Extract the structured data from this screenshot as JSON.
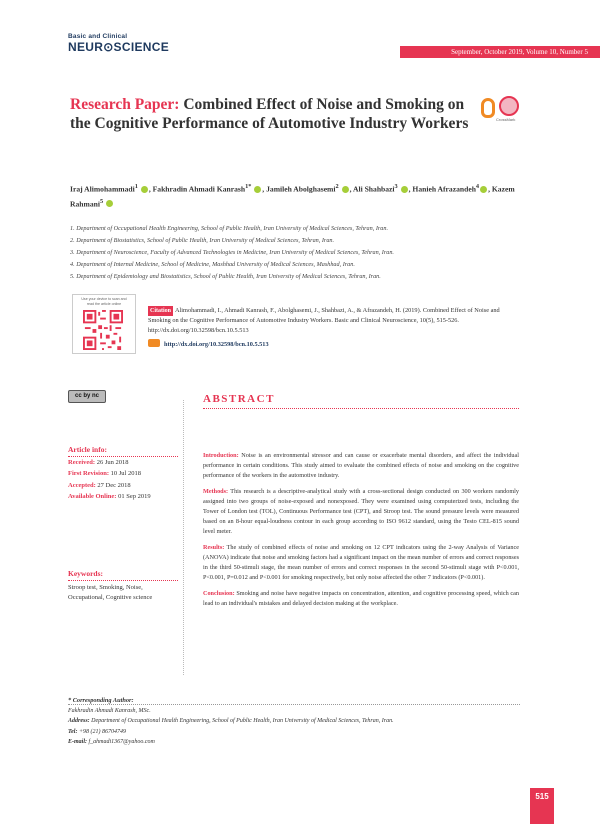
{
  "header": {
    "brand_top": "Basic and Clinical",
    "brand_main": "NEUR⊙SCIENCE",
    "issue": "September, October 2019, Volume 10, Number 5"
  },
  "badges": {
    "crossmark_text": "CrossMark"
  },
  "title": {
    "lead": "Research Paper:",
    "rest": " Combined Effect of Noise and Smoking on the Cognitive Performance of Automotive Industry Workers"
  },
  "authors": [
    "Iraj Alimohammadi",
    "Fakhradin Ahmadi Kanrash",
    "Jamileh Abolghasemi",
    "Ali Shahbazi",
    "Hanieh Afrazandeh",
    "Kazem Rahmani"
  ],
  "author_marks": [
    "1",
    "1*",
    "2",
    "3",
    "4",
    "5"
  ],
  "affiliations": [
    "1. Department of Occupational Health Engineering, School of Public Health, Iran University of Medical Sciences, Tehran, Iran.",
    "2. Department of Biostatistics, School of Public Health, Iran University of Medical Sciences, Tehran, Iran.",
    "3. Department of Neuroscience, Faculty of Advanced Technologies in Medicine, Iran University of Medical Sciences, Tehran, Iran.",
    "4. Department of Internal Medicine, School of Medicine, Mashhad University of Medical Sciences, Mashhad, Iran.",
    "5. Department of Epidemiology and Biostatistics, School of Public Health, Iran University of Medical Sciences, Tehran, Iran."
  ],
  "qr_caption": "Use your device to scan and read the article online",
  "citation": {
    "label": "Citation",
    "text": "Alimohammadi, I., Ahmadi Kanrash, F., Abolghasemi, J., Shahbazi, A., & Afrazandeh, H. (2019). Combined Effect of Noise and Smoking on the Cognitive Performance of Automotive Industry Workers. Basic and Clinical Neuroscience, 10(5), 515-526. http://dx.doi.org/10.32598/bcn.10.5.513",
    "doi": "http://dx.doi.org/10.32598/bcn.10.5.513"
  },
  "license": "cc by nc",
  "article_info": {
    "heading": "Article info:",
    "rows": [
      {
        "label": "Received:",
        "value": "26 Jun 2018"
      },
      {
        "label": "First Revision:",
        "value": "10 Jul 2018"
      },
      {
        "label": "Accepted:",
        "value": "27 Dec 2018"
      },
      {
        "label": "Available Online:",
        "value": "01 Sep 2019"
      }
    ]
  },
  "keywords": {
    "heading": "Keywords:",
    "text": "Stroop test, Smoking, Noise, Occupational, Cognitive science"
  },
  "abstract": {
    "heading": "ABSTRACT",
    "sections": [
      {
        "label": "Introduction:",
        "text": " Noise is an environmental stressor and can cause or exacerbate mental disorders, and affect the individual performance in certain conditions. This study aimed to evaluate the combined effects of noise and smoking on the cognitive performance of the workers in the automotive industry."
      },
      {
        "label": "Methods:",
        "text": " This research is a descriptive-analytical study with a cross-sectional design conducted on 300 workers randomly assigned into two groups of noise-exposed and nonexposed. They were examined using computerized tests, including the Tower of London test (TOL), Continuous Performance test (CPT), and Stroop test. The sound pressure levels were measured based on an 8-hour equal-loudness contour in each group according to ISO 9612 standard, using the Testo CEL-815 sound level meter."
      },
      {
        "label": "Results:",
        "text": " The study of combined effects of noise and smoking on 12 CPT indicators using the 2-way Analysis of Variance (ANOVA) indicate that noise and smoking factors had a significant impact on the mean number of errors and correct responses in the third 50-stimuli stage, the mean number of errors and correct responses in the second 50-stimuli stage with P<0.001, P<0.001, P=0.012 and P<0.001 for smoking respectively, but only noise affected the other 7 indicators (P<0.001)."
      },
      {
        "label": "Conclusion:",
        "text": " Smoking and noise have negative impacts on concentration, attention, and cognitive processing speed, which can lead to an individual's mistakes and delayed decision making at the workplace."
      }
    ]
  },
  "corresponding": {
    "heading": "* Corresponding Author:",
    "name": "Fakhradin Ahmadi Kanrash, MSc.",
    "address_label": "Address:",
    "address": " Department of Occupational Health Engineering, School of Public Health, Iran University of Medical Sciences, Tehran, Iran.",
    "tel_label": "Tel:",
    "tel": " +98 (21) 86704749",
    "email_label": "E-mail:",
    "email": " f_ahmadi1367@yahoo.com"
  },
  "page_number": "515",
  "colors": {
    "accent": "#e63552",
    "brand": "#1f3a5f",
    "orcid": "#a6ce39",
    "open_access": "#f08a24"
  }
}
